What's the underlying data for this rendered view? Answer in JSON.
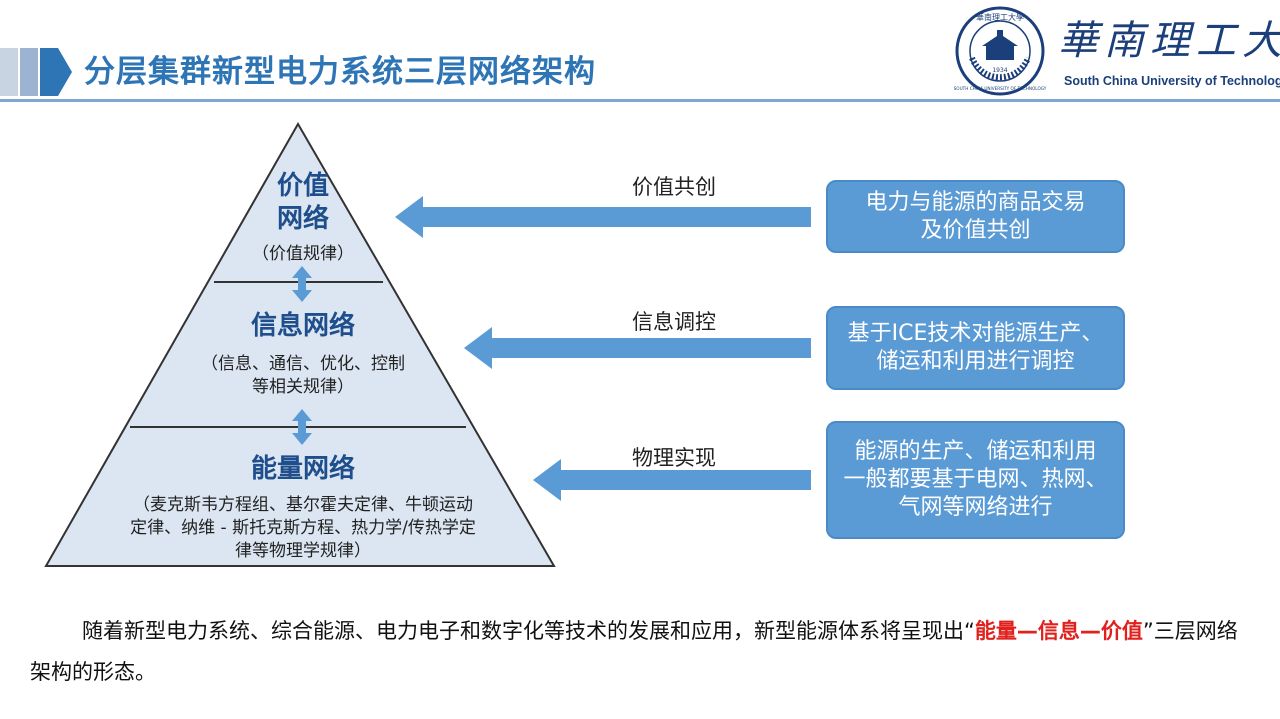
{
  "title": "分层集群新型电力系统三层网络架构",
  "logo": {
    "cn": "華南理工大學",
    "en": "South China University of Technology",
    "seal_text": "SOUTH CHINA UNIVERSITY OF TECHNOLOGY",
    "seal_year": "1934",
    "seal_cn": "華南理工大學"
  },
  "pyramid": {
    "top": {
      "title_line1": "价值",
      "title_line2": "网络",
      "sub": "（价值规律）"
    },
    "middle": {
      "title": "信息网络",
      "sub_line1": "（信息、通信、优化、控制",
      "sub_line2": "等相关规律）"
    },
    "bottom": {
      "title": "能量网络",
      "sub_line1": "（麦克斯韦方程组、基尔霍夫定律、牛顿运动",
      "sub_line2": "定律、纳维 - 斯托克斯方程、热力学/传热学定",
      "sub_line3": "律等物理学规律）"
    }
  },
  "arrows": [
    {
      "label": "价值共创",
      "box_line1": "电力与能源的商品交易",
      "box_line2": "及价值共创"
    },
    {
      "label": "信息调控",
      "box_line1": "基于ICE技术对能源生产、",
      "box_line2": "储运和利用进行调控"
    },
    {
      "label": "物理实现",
      "box_line1": "能源的生产、储运和利用",
      "box_line2": "一般都要基于电网、热网、",
      "box_line3": "气网等网络进行"
    }
  ],
  "caption": {
    "part1": "随着新型电力系统、综合能源、电力电子和数字化等技术的发展和应用，新型能源体系将呈现出“",
    "highlight": "能量—信息—价值",
    "part2": "”三层网络架构的形态。"
  },
  "colors": {
    "accent": "#2E75B6",
    "box": "#5B9BD5",
    "arrow": "#5B9BD5",
    "pyramid_fill": "#DCE6F2",
    "highlight": "#E0211E",
    "logo": "#1B3F7A"
  }
}
